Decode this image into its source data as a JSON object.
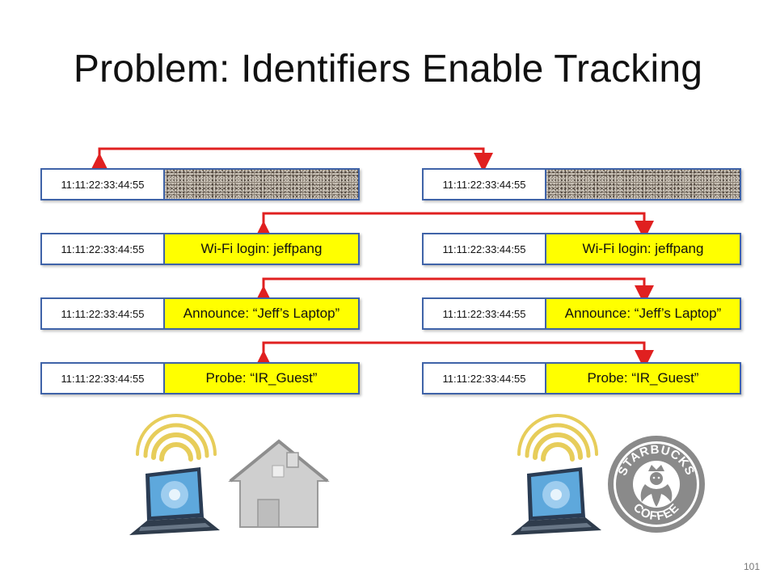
{
  "slide": {
    "title": "Problem: Identifiers Enable Tracking",
    "page_number": "101"
  },
  "left_packets": [
    {
      "mac": "11:11:22:33:44:55",
      "payload": ""
    },
    {
      "mac": "11:11:22:33:44:55",
      "payload": "Wi-Fi login: jeffpang"
    },
    {
      "mac": "11:11:22:33:44:55",
      "payload": "Announce: “Jeff’s Laptop”"
    },
    {
      "mac": "11:11:22:33:44:55",
      "payload": "Probe: “IR_Guest”"
    }
  ],
  "right_packets": [
    {
      "mac": "11:11:22:33:44:55",
      "payload": ""
    },
    {
      "mac": "11:11:22:33:44:55",
      "payload": "Wi-Fi login: jeffpang"
    },
    {
      "mac": "11:11:22:33:44:55",
      "payload": "Announce: “Jeff’s Laptop”"
    },
    {
      "mac": "11:11:22:33:44:55",
      "payload": "Probe: “IR_Guest”"
    }
  ],
  "illustrations": {
    "left": [
      "laptop-wireless",
      "home"
    ],
    "right": [
      "laptop-wireless",
      "starbucks-logo"
    ],
    "logo_text_top": "STARBUCKS",
    "logo_text_bottom": "COFFEE"
  },
  "colors": {
    "payload_bg": "#ffff00",
    "border": "#3f63a8",
    "arrow": "#e02020"
  }
}
